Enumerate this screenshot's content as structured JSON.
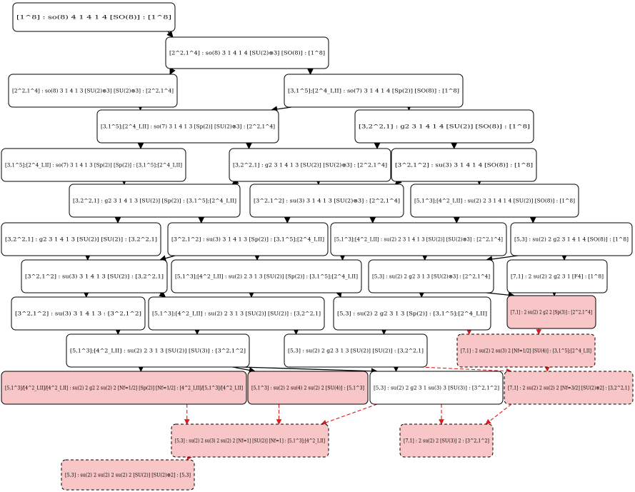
{
  "diagram": {
    "nodes": [
      {
        "id": "n01",
        "label": "[1^8] : so(8) 4 1 4 1 4 [SO(8)] : [1^8]",
        "style": "plain"
      },
      {
        "id": "n02",
        "label": "[2^2,1^4] : so(8) 3 1 4 1 4 [SU(2)⊗3] [SO(8)] : [1^8]",
        "style": "plain"
      },
      {
        "id": "n03",
        "label": "[2^2,1^4] : so(8) 3 1 4 1 3 [SU(2)⊗3] [SU(2)⊗3] : [2^2,1^4]",
        "style": "plain"
      },
      {
        "id": "n04",
        "label": "[3,1^5];[2^4_I,II] : so(7) 3 1 4 1 4 [Sp(2)] [SO(8)] : [1^8]",
        "style": "plain"
      },
      {
        "id": "n05",
        "label": "[3,1^5];[2^4_I,II] : so(7) 3 1 4 1 3 [Sp(2)] [SU(2)⊗3] : [2^2,1^4]",
        "style": "plain"
      },
      {
        "id": "n06",
        "label": "[3,2^2,1] : g2 3 1 4 1 4 [SU(2)] [SO(8)] : [1^8]",
        "style": "plain"
      },
      {
        "id": "n07",
        "label": "[3,1^5];[2^4_I,II] : so(7) 3 1 4 1 3 [Sp(2)] [Sp(2)] : [3,1^5];[2^4_I,II]",
        "style": "plain"
      },
      {
        "id": "n08",
        "label": "[3,2^2,1] : g2 3 1 4 1 3 [SU(2)] [SU(2)⊗3] : [2^2,1^4]",
        "style": "plain"
      },
      {
        "id": "n09",
        "label": "[3^2,1^2] : su(3) 3 1 4 1 4 [SO(8)] : [1^8]",
        "style": "plain"
      },
      {
        "id": "n10",
        "label": "[3,2^2,1] : g2 3 1 4 1 3 [SU(2)] [Sp(2)] : [3,1^5];[2^4_I,II]",
        "style": "plain"
      },
      {
        "id": "n11",
        "label": "[3^2,1^2] : su(3) 3 1 4 1 3 [SU(2)⊗3] : [2^2,1^4]",
        "style": "plain"
      },
      {
        "id": "n12",
        "label": "[5,1^3];[4^2_I,II] : su(2) 2 3 1 4 1 4 [SU(2)] [SO(8)] : [1^8]",
        "style": "plain"
      },
      {
        "id": "n13",
        "label": "[3,2^2,1] : g2 3 1 4 1 3 [SU(2)] [SU(2)] : [3,2^2,1]",
        "style": "plain"
      },
      {
        "id": "n14",
        "label": "[3^2,1^2] : su(3) 3 1 4 1 3 [Sp(2)] : [3,1^5];[2^4_I,II]",
        "style": "plain"
      },
      {
        "id": "n15",
        "label": "[5,1^3];[4^2_I,II] : su(2) 2 3 1 4 1 3 [SU(2)] [SU(2)⊗3] : [2^2,1^4]",
        "style": "plain"
      },
      {
        "id": "n16",
        "label": "[5,3] : su(2) 2 g2 3 1 4 1 4 [SO(8)] : [1^8]",
        "style": "plain"
      },
      {
        "id": "n17",
        "label": "[3^2,1^2] : su(3) 3 1 4 1 3 [SU(2)] : [3,2^2,1]",
        "style": "plain"
      },
      {
        "id": "n18",
        "label": "[5,1^3];[4^2_I,II] : su(2) 2 3 1 3 [SU(2)] [Sp(2)] : [3,1^5];[2^4_I,II]",
        "style": "plain"
      },
      {
        "id": "n19",
        "label": "[5,3] : su(2) 2 g2 3 1 3 [SU(2)⊗3] : [2^2,1^4]",
        "style": "plain"
      },
      {
        "id": "n20",
        "label": "[7,1] : 2 su(2) 2 g2 3 1 [F4] : [1^8]",
        "style": "plain"
      },
      {
        "id": "n21",
        "label": "[3^2,1^2] : su(3) 3 1 4 1 3 : [3^2,1^2]",
        "style": "plain"
      },
      {
        "id": "n22",
        "label": "[5,1^3];[4^2_I,II] : su(2) 2 3 1 3 [SU(2)] [SU(2)] : [3,2^2,1]",
        "style": "plain"
      },
      {
        "id": "n23",
        "label": "[5,3] : su(2) 2 g2 3 1 3 [Sp(2)] : [3,1^5];[2^4_I,II]",
        "style": "plain"
      },
      {
        "id": "n24",
        "label": "[7,1] : 2 su(2) 2 g2 2 [Sp(3)] : [2^2,1^4]",
        "style": "red"
      },
      {
        "id": "n25",
        "label": "[5,1^3];[4^2_I,II] : su(2) 2 3 1 3 [SU(2)] [SU(3)] : [3^2,1^2]",
        "style": "plain"
      },
      {
        "id": "n26",
        "label": "[5,3] : su(2) 2 g2 3 1 3 [SU(2)] [SU(2)] : [3,2^2,1]",
        "style": "plain"
      },
      {
        "id": "n27",
        "label": "[7,1] : 2 su(2) 2 su(3) 2 [Nf=1/2] [SU(4)] : [3,1^5];[2^4_I,II]",
        "style": "red-dashed"
      },
      {
        "id": "n28",
        "label": "[5,1^3]/[4^2_I,II]/[4^2_I,II] : su(2) 2 g2 2 su(2) 2 [Nf=1/2] [Sp(2)] [Nf=1/2] : [4^2_I,II]/[5,1^3]/[4^2_I,II]",
        "style": "red"
      },
      {
        "id": "n29",
        "label": "[5,1^3] : su(2) 2 su(4) 2 su(2) 2 [SU(4)] : [5,1^3]",
        "style": "red"
      },
      {
        "id": "n30",
        "label": "[5,3] : su(2) 2 g2 3 1 su(3) 3 [SU(3)] : [3^2,1^2]",
        "style": "plain"
      },
      {
        "id": "n31",
        "label": "[7,1] : 2 su(2) 2 su(2) 2 [Nf=3/2] [SU(2)⊗2] : [3,2^2,1]",
        "style": "red-dashed"
      },
      {
        "id": "n32",
        "label": "[5,3] : su(2) 2 su(3) 2 su(2) 2 [Nf=1] [SU(2)] [Nf=1] : [5,1^3];[4^2_I,II]",
        "style": "red-dashed"
      },
      {
        "id": "n33",
        "label": "[7,1] : 2 su(2) 2 [SU(3)] 2 : [3^2,1^2]",
        "style": "red-dashed"
      },
      {
        "id": "n34",
        "label": "[5,3] : su(2) 2 su(2) 2 su(2) 2 [SU(2)] [SU(2)⊗2] : [5,3]",
        "style": "red-dashed"
      }
    ],
    "edges": [
      {
        "from": "n01",
        "to": "n02",
        "style": "solid"
      },
      {
        "from": "n02",
        "to": "n03",
        "style": "solid"
      },
      {
        "from": "n02",
        "to": "n04",
        "style": "solid"
      },
      {
        "from": "n03",
        "to": "n05",
        "style": "solid"
      },
      {
        "from": "n04",
        "to": "n05",
        "style": "solid"
      },
      {
        "from": "n04",
        "to": "n06",
        "style": "solid"
      },
      {
        "from": "n05",
        "to": "n07",
        "style": "solid"
      },
      {
        "from": "n05",
        "to": "n08",
        "style": "solid"
      },
      {
        "from": "n06",
        "to": "n08",
        "style": "solid"
      },
      {
        "from": "n06",
        "to": "n09",
        "style": "solid"
      },
      {
        "from": "n07",
        "to": "n10",
        "style": "solid"
      },
      {
        "from": "n08",
        "to": "n10",
        "style": "solid"
      },
      {
        "from": "n08",
        "to": "n11",
        "style": "solid"
      },
      {
        "from": "n09",
        "to": "n11",
        "style": "solid"
      },
      {
        "from": "n09",
        "to": "n12",
        "style": "solid"
      },
      {
        "from": "n10",
        "to": "n13",
        "style": "solid"
      },
      {
        "from": "n10",
        "to": "n14",
        "style": "solid"
      },
      {
        "from": "n11",
        "to": "n14",
        "style": "solid"
      },
      {
        "from": "n11",
        "to": "n15",
        "style": "solid"
      },
      {
        "from": "n12",
        "to": "n15",
        "style": "solid"
      },
      {
        "from": "n12",
        "to": "n16",
        "style": "solid"
      },
      {
        "from": "n13",
        "to": "n17",
        "style": "solid"
      },
      {
        "from": "n14",
        "to": "n17",
        "style": "solid"
      },
      {
        "from": "n14",
        "to": "n18",
        "style": "solid"
      },
      {
        "from": "n15",
        "to": "n18",
        "style": "solid"
      },
      {
        "from": "n15",
        "to": "n19",
        "style": "solid"
      },
      {
        "from": "n16",
        "to": "n19",
        "style": "solid"
      },
      {
        "from": "n16",
        "to": "n20",
        "style": "solid"
      },
      {
        "from": "n17",
        "to": "n21",
        "style": "solid"
      },
      {
        "from": "n17",
        "to": "n22",
        "style": "solid"
      },
      {
        "from": "n18",
        "to": "n22",
        "style": "solid"
      },
      {
        "from": "n18",
        "to": "n23",
        "style": "solid"
      },
      {
        "from": "n19",
        "to": "n23",
        "style": "solid"
      },
      {
        "from": "n19",
        "to": "n24",
        "style": "solid"
      },
      {
        "from": "n20",
        "to": "n24",
        "style": "solid"
      },
      {
        "from": "n21",
        "to": "n25",
        "style": "solid"
      },
      {
        "from": "n22",
        "to": "n25",
        "style": "solid"
      },
      {
        "from": "n22",
        "to": "n26",
        "style": "solid"
      },
      {
        "from": "n23",
        "to": "n26",
        "style": "solid"
      },
      {
        "from": "n23",
        "to": "n27",
        "style": "dashed"
      },
      {
        "from": "n24",
        "to": "n27",
        "style": "dashed"
      },
      {
        "from": "n25",
        "to": "n28",
        "style": "solid"
      },
      {
        "from": "n25",
        "to": "n29",
        "style": "solid"
      },
      {
        "from": "n25",
        "to": "n30",
        "style": "solid"
      },
      {
        "from": "n26",
        "to": "n30",
        "style": "solid"
      },
      {
        "from": "n26",
        "to": "n31",
        "style": "dashed"
      },
      {
        "from": "n27",
        "to": "n31",
        "style": "dashed"
      },
      {
        "from": "n28",
        "to": "n32",
        "style": "dashed"
      },
      {
        "from": "n29",
        "to": "n32",
        "style": "dashed"
      },
      {
        "from": "n30",
        "to": "n32",
        "style": "dashed"
      },
      {
        "from": "n30",
        "to": "n33",
        "style": "dashed"
      },
      {
        "from": "n31",
        "to": "n33",
        "style": "dashed"
      },
      {
        "from": "n32",
        "to": "n34",
        "style": "dashed"
      }
    ]
  }
}
